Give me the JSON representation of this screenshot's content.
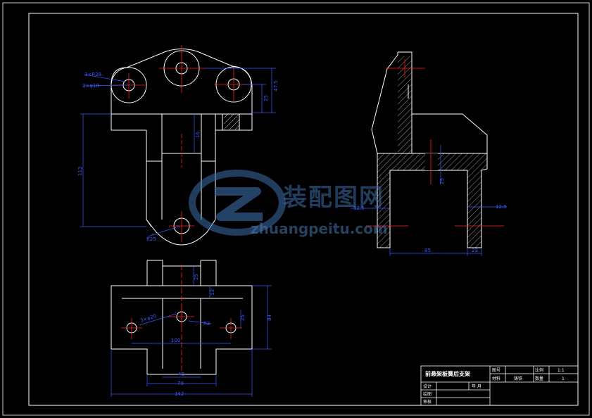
{
  "watermark": {
    "cn": "装配图网",
    "en": "zhuangpeitu.com"
  },
  "front_view_dims": {
    "r_top": "3×R28",
    "hole_top": "2×φ18",
    "h_right": "47.5",
    "h_right2": "25",
    "h_mid": "16",
    "h_left": "113",
    "r_bottom": "R25"
  },
  "side_view_dims": {
    "d1": "25",
    "d2": "12.5",
    "d3": "12.5",
    "w_bottom": "85",
    "w_bottom2": "23"
  },
  "bottom_view_dims": {
    "top_small": "25",
    "small2": "13",
    "small3": "25",
    "height": "84",
    "hole_dia": "3×φ20",
    "r_mid": "R2",
    "span": "100",
    "w_inner": "40",
    "w_mid": "79",
    "w_total": "142"
  },
  "title_block": {
    "part_name": "前悬架板簧后支架",
    "drawing_no_label": "图号",
    "scale_label": "比例",
    "scale_value": "1:1",
    "material_label": "材料",
    "material_value": "铸铁",
    "qty_label": "数量",
    "qty_value": "1",
    "design_label": "设计",
    "date_label": "年 月",
    "drafter_label": "绘图",
    "check_label": "审核"
  }
}
